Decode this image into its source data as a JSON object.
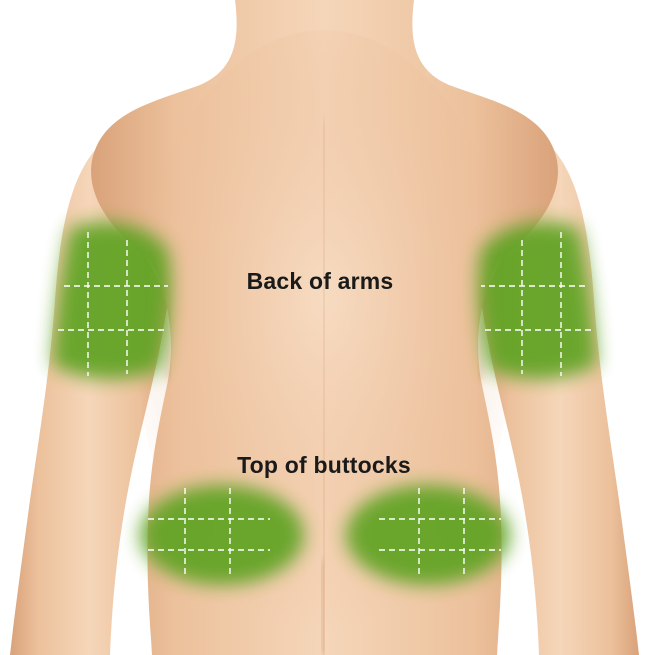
{
  "labels": {
    "arms": "Back of arms",
    "buttocks": "Top of buttocks"
  },
  "colors": {
    "skin_light": "#f3d2b4",
    "skin_mid": "#e9b890",
    "skin_shadow": "#d49a72",
    "zone_green": "#5ea323",
    "grid_line": "#ffffff"
  },
  "zones": [
    {
      "name": "back-of-left-arm",
      "label_ref": "arms"
    },
    {
      "name": "back-of-right-arm",
      "label_ref": "arms"
    },
    {
      "name": "top-of-left-buttock",
      "label_ref": "buttocks"
    },
    {
      "name": "top-of-right-buttock",
      "label_ref": "buttocks"
    }
  ]
}
